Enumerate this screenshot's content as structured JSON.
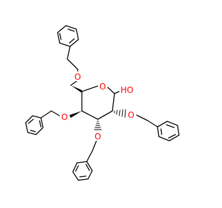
{
  "molecule": {
    "atom_labels": {
      "ring_oxygen": "O",
      "hydroxyl": "HO",
      "o6": "O",
      "o4": "O",
      "o3": "O",
      "o2": "O"
    },
    "colors": {
      "oxygen": "#ff0000",
      "bond": "#000000",
      "background": "#ffffff"
    }
  }
}
